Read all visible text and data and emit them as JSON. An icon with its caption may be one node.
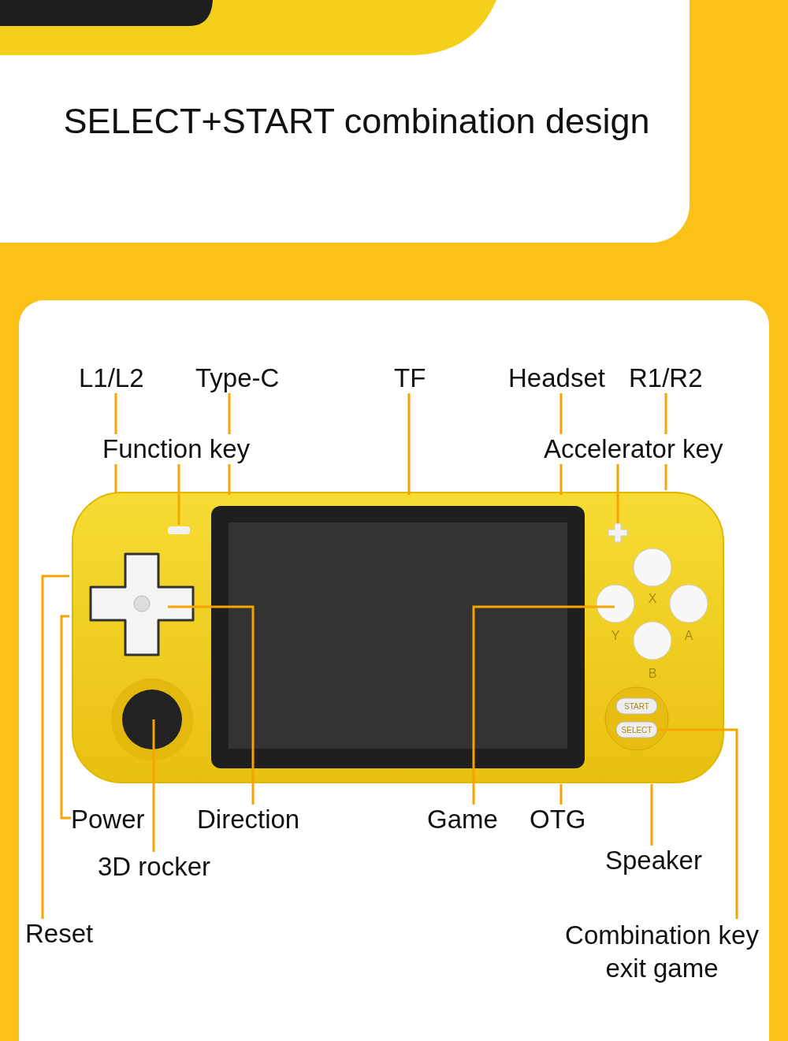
{
  "diagram": {
    "title": "SELECT+START combination design",
    "nodes": [
      {
        "text": [
          "L1/L2"
        ]
      },
      {
        "text": [
          "Type-C"
        ]
      },
      {
        "text": [
          "TF"
        ]
      },
      {
        "text": [
          "Headset"
        ]
      },
      {
        "text": [
          "R1/R2"
        ]
      },
      {
        "text": [
          "Function key"
        ]
      },
      {
        "text": [
          "Accelerator key"
        ]
      },
      {
        "text": [
          "Power"
        ]
      },
      {
        "text": [
          "Direction"
        ]
      },
      {
        "text": [
          "Game"
        ]
      },
      {
        "text": [
          "OTG"
        ]
      },
      {
        "text": [
          "3D rocker"
        ]
      },
      {
        "text": [
          "Speaker"
        ]
      },
      {
        "text": [
          "Reset"
        ]
      },
      {
        "text": [
          "Combination key exit game"
        ]
      },
      {
        "text": [],
        "shape": "cross"
      },
      {
        "text": [],
        "shape": "box"
      }
    ],
    "edges": [
      {
        "from": 0,
        "to": null,
        "arrow": "none"
      },
      {
        "from": 1,
        "to": null,
        "arrow": "none"
      },
      {
        "from": 2,
        "to": null,
        "arrow": "none"
      },
      {
        "from": 3,
        "to": null,
        "arrow": "none"
      },
      {
        "from": 4,
        "to": null,
        "arrow": "none"
      },
      {
        "from": 5,
        "to": null,
        "arrow": "none"
      },
      {
        "from": 6,
        "to": 15,
        "arrow": "none"
      },
      {
        "from": 7,
        "to": null,
        "arrow": "none"
      },
      {
        "from": 8,
        "to": null,
        "arrow": "none"
      },
      {
        "from": 9,
        "to": null,
        "arrow": "none"
      },
      {
        "from": 10,
        "to": null,
        "arrow": "none"
      },
      {
        "from": 11,
        "to": null,
        "arrow": "none"
      },
      {
        "from": 12,
        "to": null,
        "arrow": "none"
      },
      {
        "from": 13,
        "to": null,
        "arrow": "none"
      },
      {
        "from": 14,
        "to": 16,
        "arrow": "none"
      }
    ],
    "labels": [
      "X",
      "Y",
      "A",
      "B",
      "START",
      "SELECT"
    ]
  }
}
